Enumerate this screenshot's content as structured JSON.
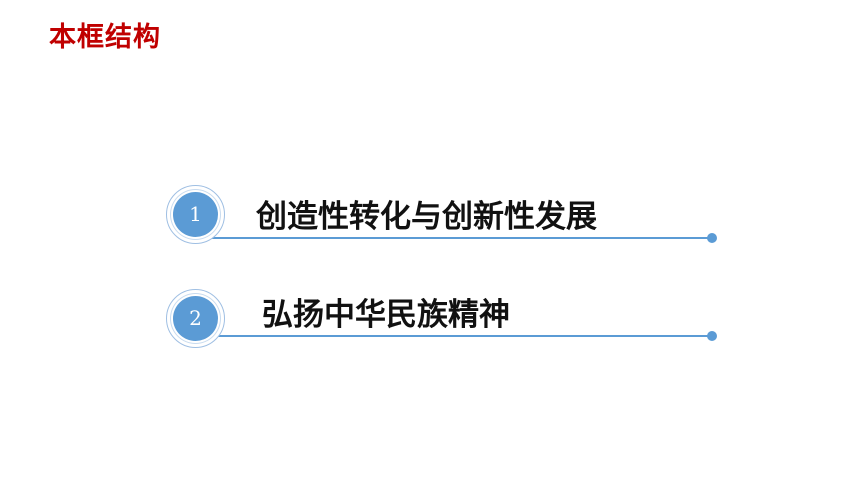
{
  "page": {
    "title": "本框结构"
  },
  "outline": {
    "items": [
      {
        "number": "1",
        "label": "创造性转化与创新性发展"
      },
      {
        "number": "2",
        "label": "弘扬中华民族精神"
      }
    ]
  },
  "colors": {
    "title": "#c00000",
    "accent": "#5b9bd5",
    "text": "#111111"
  }
}
